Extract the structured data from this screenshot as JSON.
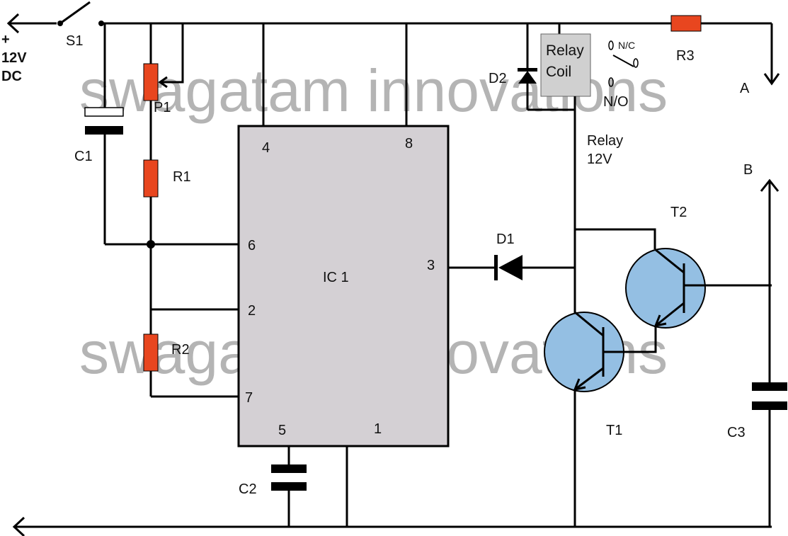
{
  "supply": {
    "plus": "+",
    "voltage": "12V",
    "type": "DC"
  },
  "watermark": "swagatam innovations",
  "labels": {
    "S1": "S1",
    "P1": "P1",
    "C1": "C1",
    "R1": "R1",
    "R2": "R2",
    "C2": "C2",
    "D1": "D1",
    "D2": "D2",
    "R3": "R3",
    "T1": "T1",
    "T2": "T2",
    "C3": "C3",
    "A": "A",
    "B": "B",
    "IC": "IC 1"
  },
  "relay": {
    "line1": "Relay",
    "line2": "Coil",
    "nc": "N/C",
    "no": "N/O",
    "rating1": "Relay",
    "rating2": "12V"
  },
  "pins": {
    "p4": "4",
    "p8": "8",
    "p6": "6",
    "p2": "2",
    "p7": "7",
    "p3": "3",
    "p5": "5",
    "p1": "1"
  },
  "colors": {
    "resistor": "#e8461f",
    "transistor": "#94bfe3",
    "ic": "#d4d0d4",
    "relay": "#d0d0d0",
    "wire": "#000000",
    "watermark": "#a8a8a8"
  }
}
